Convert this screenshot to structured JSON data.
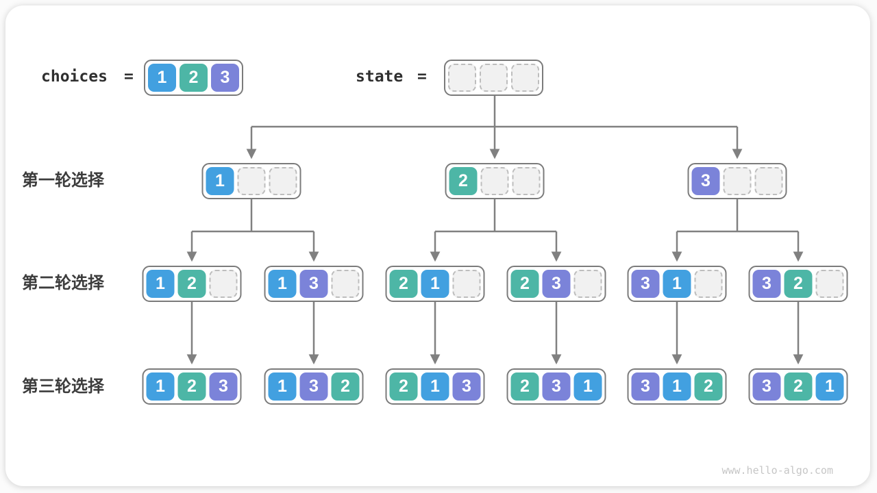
{
  "header": {
    "choices_label": "choices",
    "equals": "=",
    "choices_values": [
      "1",
      "2",
      "3"
    ],
    "state_label": "state",
    "state_slots": 3
  },
  "rows": [
    {
      "label": "第一轮选择",
      "nodes": [
        [
          "1",
          "",
          ""
        ],
        [
          "2",
          "",
          ""
        ],
        [
          "3",
          "",
          ""
        ]
      ]
    },
    {
      "label": "第二轮选择",
      "nodes": [
        [
          "1",
          "2",
          ""
        ],
        [
          "1",
          "3",
          ""
        ],
        [
          "2",
          "1",
          ""
        ],
        [
          "2",
          "3",
          ""
        ],
        [
          "3",
          "1",
          ""
        ],
        [
          "3",
          "2",
          ""
        ]
      ]
    },
    {
      "label": "第三轮选择",
      "nodes": [
        [
          "1",
          "2",
          "3"
        ],
        [
          "1",
          "3",
          "2"
        ],
        [
          "2",
          "1",
          "3"
        ],
        [
          "2",
          "3",
          "1"
        ],
        [
          "3",
          "1",
          "2"
        ],
        [
          "3",
          "2",
          "1"
        ]
      ]
    }
  ],
  "colors": {
    "1": "#42A0E0",
    "2": "#4DB6A6",
    "3": "#7B83D9",
    "empty_bg": "#F1F1F1",
    "arrow": "#808080"
  },
  "watermark": "www.hello-algo.com"
}
